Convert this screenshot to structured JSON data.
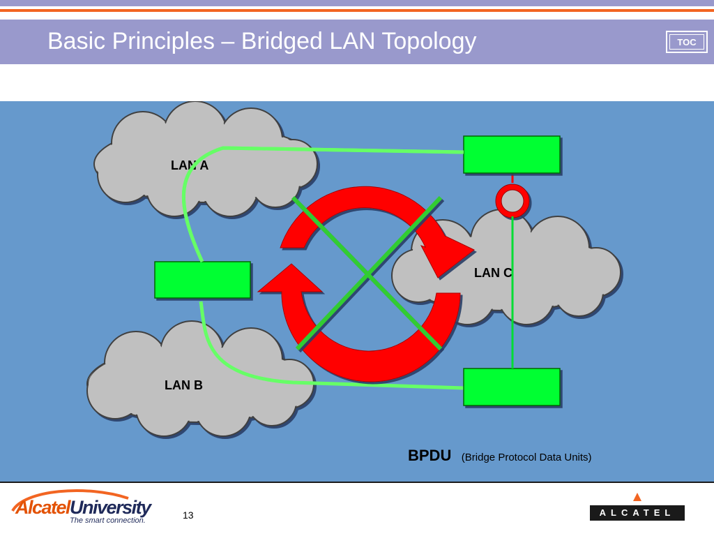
{
  "slide": {
    "title": "Basic Principles – Bridged LAN Topology",
    "toc_label": "TOC",
    "page_number": "13"
  },
  "diagram": {
    "lans": [
      {
        "id": "lan-a",
        "label": "LAN A"
      },
      {
        "id": "lan-b",
        "label": "LAN B"
      },
      {
        "id": "lan-c",
        "label": "LAN C"
      }
    ],
    "bridges": [
      {
        "id": "bridge-top-right"
      },
      {
        "id": "bridge-left"
      },
      {
        "id": "bridge-bottom-right"
      }
    ],
    "loop_state": "blocked"
  },
  "legend": {
    "term": "BPDU",
    "description": "(Bridge Protocol Data Units)"
  },
  "footer": {
    "brand_part1": "Alcatel",
    "brand_part2": "University",
    "tagline": "The smart connection.",
    "company": "ALCATEL"
  },
  "colors": {
    "title_bar": "#9999cc",
    "accent_stripe": "#f26522",
    "panel": "#6699cc",
    "bridge": "#00ff33",
    "link": "#66ff66",
    "loop_arrow": "#ff0000",
    "cloud": "#c0c0c0"
  }
}
